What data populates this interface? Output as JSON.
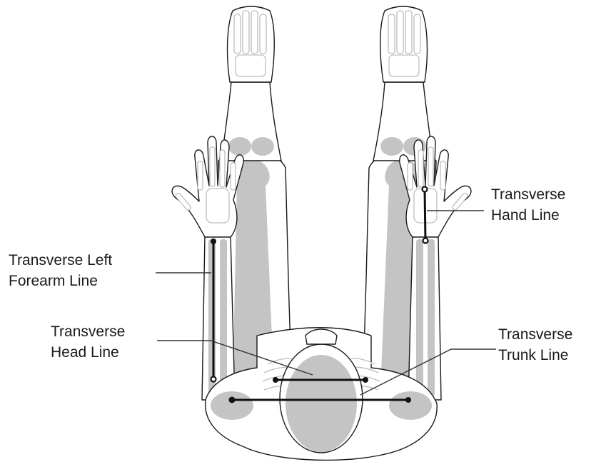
{
  "labels": {
    "hand": [
      "Transverse",
      "Hand Line"
    ],
    "forearm": [
      "Transverse Left",
      "Forearm Line"
    ],
    "head": [
      "Transverse",
      "Head Line"
    ],
    "trunk": [
      "Transverse",
      "Trunk Line"
    ]
  }
}
